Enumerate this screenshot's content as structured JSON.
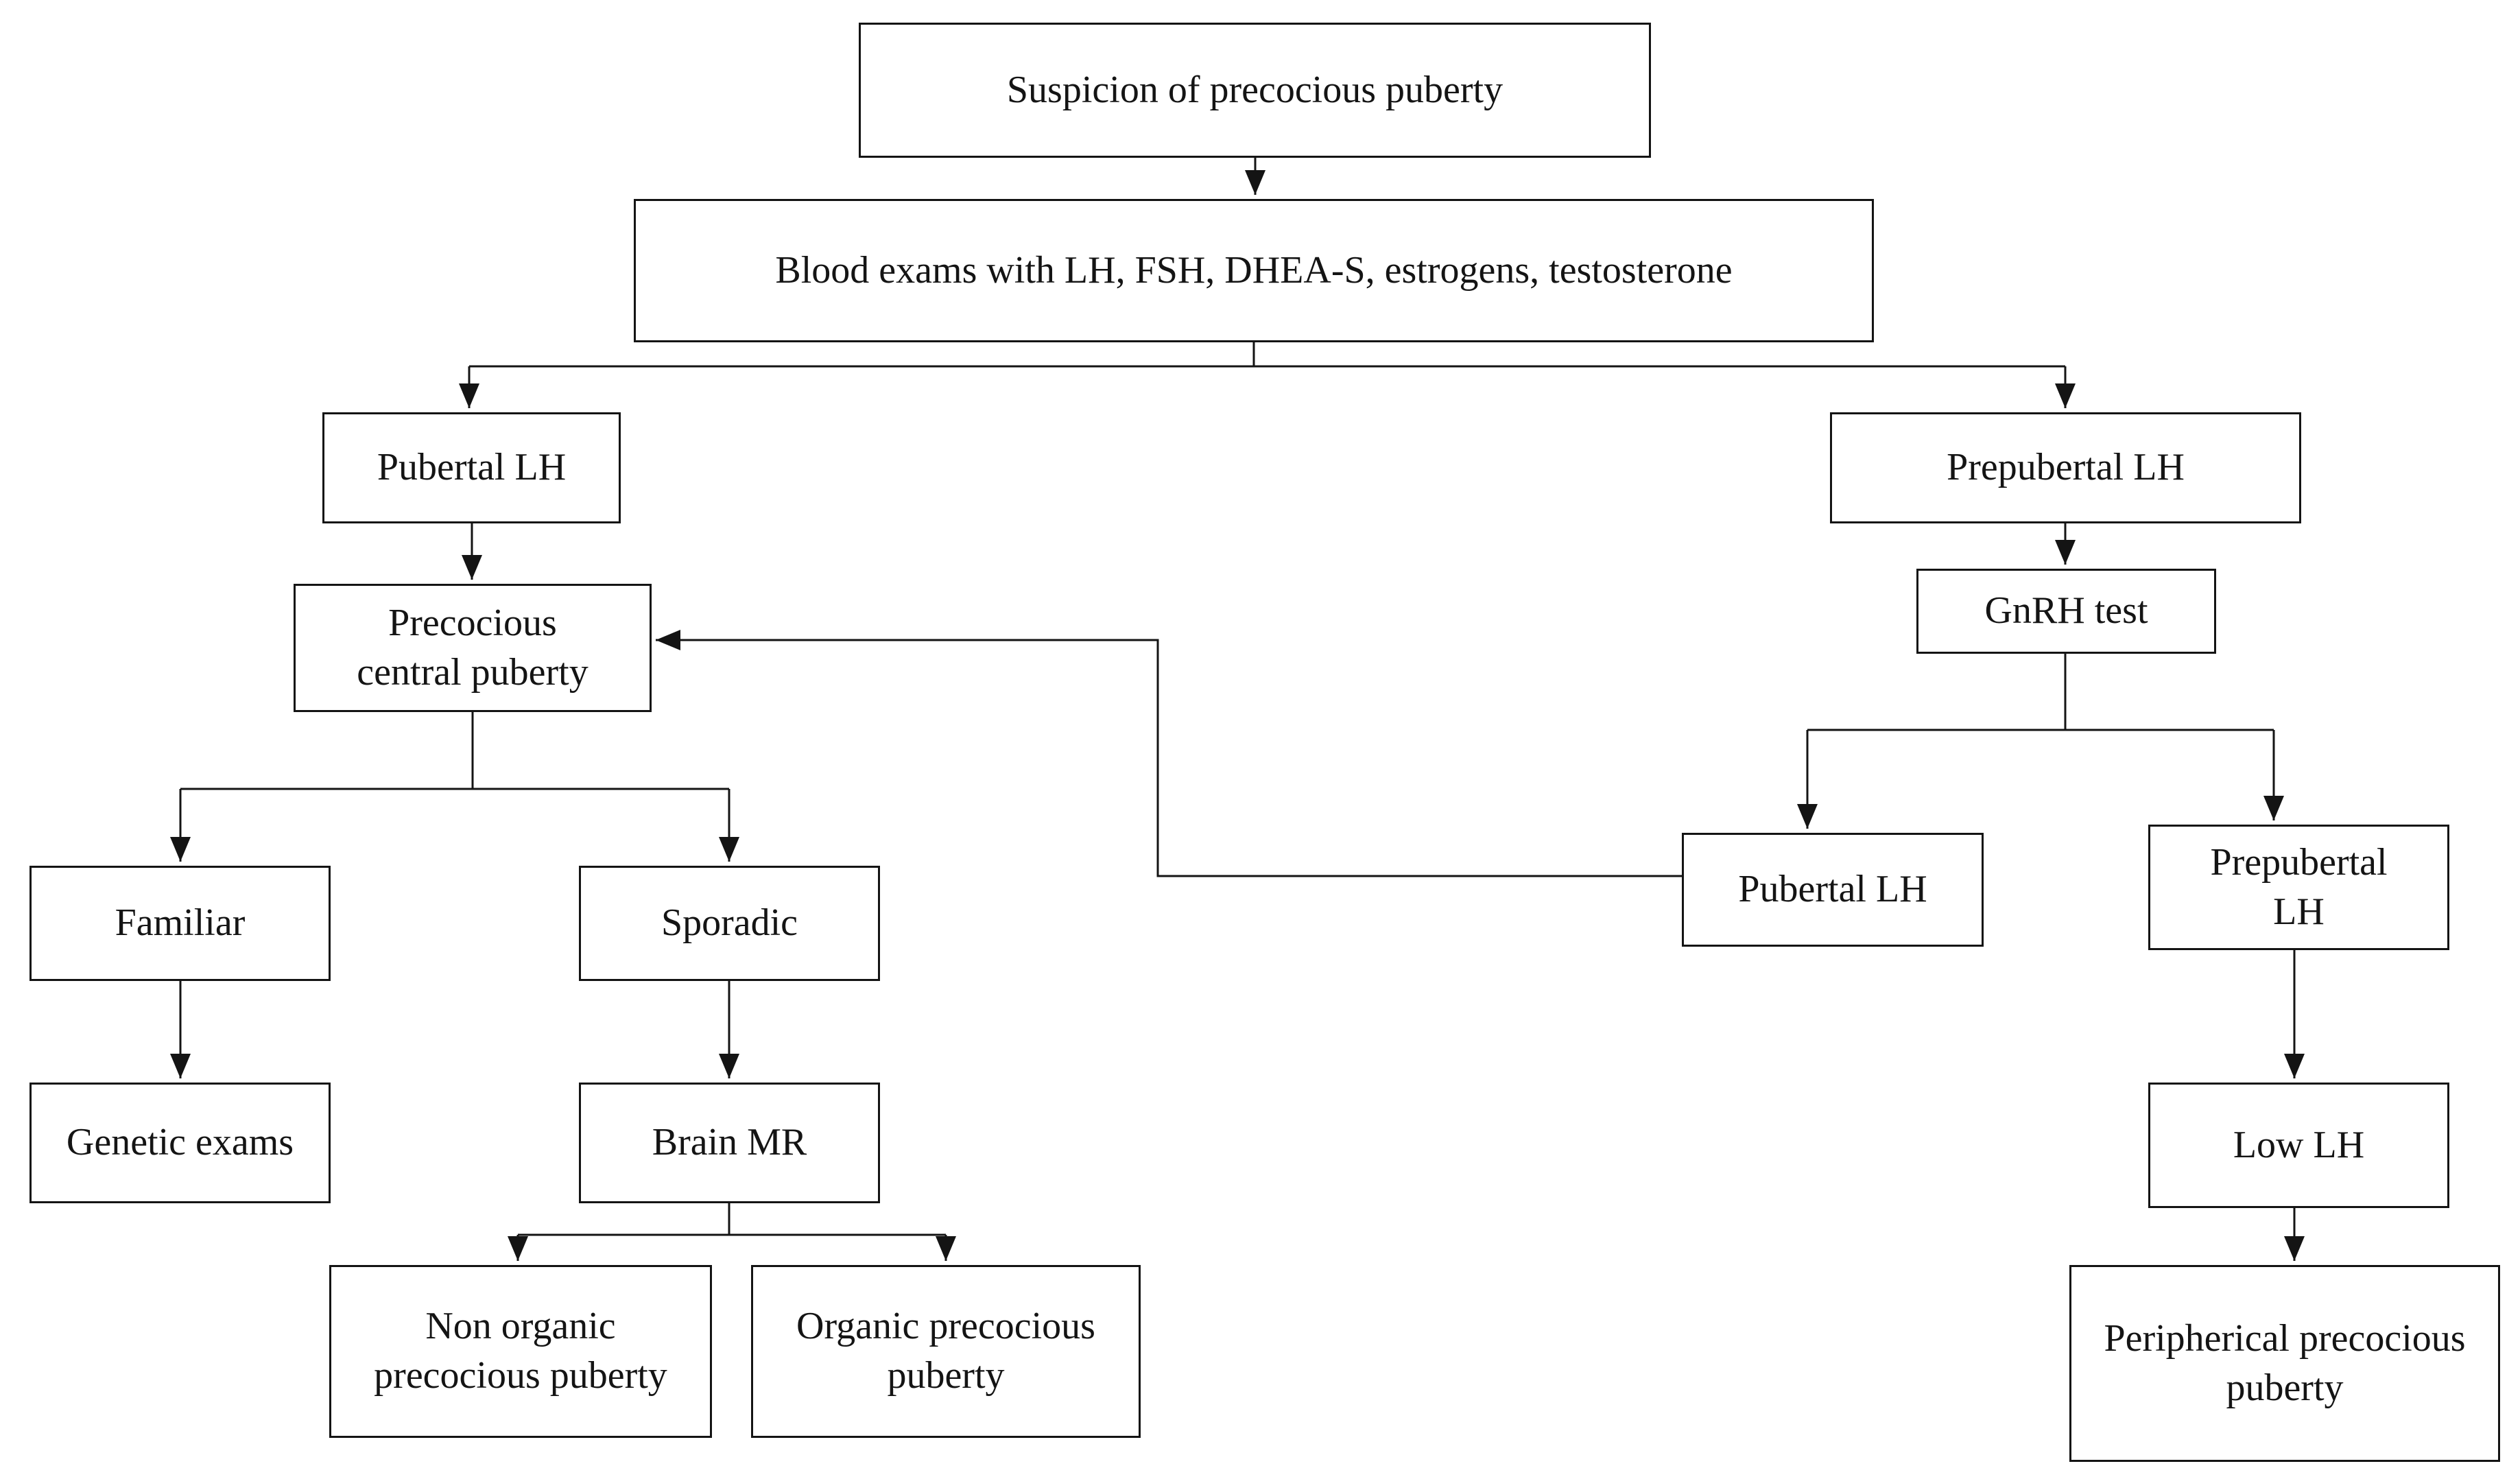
{
  "diagram": {
    "type": "flowchart",
    "colors": {
      "background": "#ffffff",
      "box_border": "#141414",
      "line": "#141414",
      "text": "#141414"
    },
    "nodes": {
      "suspicion": {
        "label": "Suspicion of precocious puberty"
      },
      "blood_exams": {
        "label": "Blood exams with LH, FSH, DHEA-S, estrogens, testosterone"
      },
      "pubertal_lh": {
        "label": "Pubertal LH"
      },
      "precocious_central_puberty": {
        "label": "Precocious\ncentral puberty"
      },
      "familiar": {
        "label": "Familiar"
      },
      "sporadic": {
        "label": "Sporadic"
      },
      "genetic_exams": {
        "label": "Genetic exams"
      },
      "brain_mr": {
        "label": "Brain MR"
      },
      "non_organic_precocious_puberty": {
        "label": "Non organic\nprecocious puberty"
      },
      "organic_precocious_puberty": {
        "label": "Organic precocious\npuberty"
      },
      "prepubertal_lh": {
        "label": "Prepubertal LH"
      },
      "gnrh_test": {
        "label": "GnRH test"
      },
      "pubertal_lh_gnrh": {
        "label": "Pubertal LH"
      },
      "prepubertal_lh_gnrh": {
        "label": "Prepubertal\nLH"
      },
      "low_lh": {
        "label": "Low LH"
      },
      "peripherical_precocious_puberty": {
        "label": "Peripherical precocious\npuberty"
      }
    },
    "edges": [
      {
        "from": "suspicion",
        "to": "blood_exams"
      },
      {
        "from": "blood_exams",
        "to": "pubertal_lh"
      },
      {
        "from": "blood_exams",
        "to": "prepubertal_lh"
      },
      {
        "from": "pubertal_lh",
        "to": "precocious_central_puberty"
      },
      {
        "from": "precocious_central_puberty",
        "to": "familiar"
      },
      {
        "from": "precocious_central_puberty",
        "to": "sporadic"
      },
      {
        "from": "familiar",
        "to": "genetic_exams"
      },
      {
        "from": "sporadic",
        "to": "brain_mr"
      },
      {
        "from": "brain_mr",
        "to": "non_organic_precocious_puberty"
      },
      {
        "from": "brain_mr",
        "to": "organic_precocious_puberty"
      },
      {
        "from": "prepubertal_lh",
        "to": "gnrh_test"
      },
      {
        "from": "gnrh_test",
        "to": "pubertal_lh_gnrh"
      },
      {
        "from": "gnrh_test",
        "to": "prepubertal_lh_gnrh"
      },
      {
        "from": "pubertal_lh_gnrh",
        "to": "precocious_central_puberty"
      },
      {
        "from": "prepubertal_lh_gnrh",
        "to": "low_lh"
      },
      {
        "from": "low_lh",
        "to": "peripherical_precocious_puberty"
      }
    ]
  }
}
